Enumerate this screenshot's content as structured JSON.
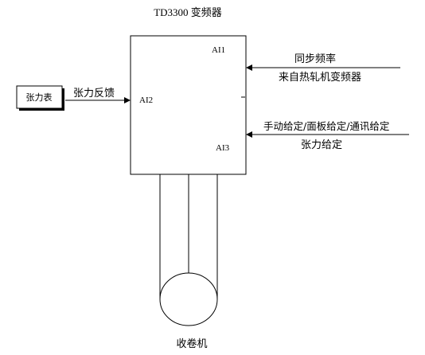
{
  "diagram": {
    "title": "TD3300 变频器",
    "inverter": {
      "port_ai1": "AI1",
      "port_ai2": "AI2",
      "port_ai3": "AI3"
    },
    "tension_meter": {
      "label": "张力表"
    },
    "feedback_label": "张力反馈",
    "sync_input": {
      "line1": "同步频率",
      "line2": "来自热轧机变频器"
    },
    "setpoint_input": {
      "line1": "手动给定/面板给定/通讯给定",
      "line2": "张力给定"
    },
    "winder": {
      "label": "收卷机"
    },
    "colors": {
      "stroke": "#000000",
      "background": "#ffffff"
    }
  }
}
